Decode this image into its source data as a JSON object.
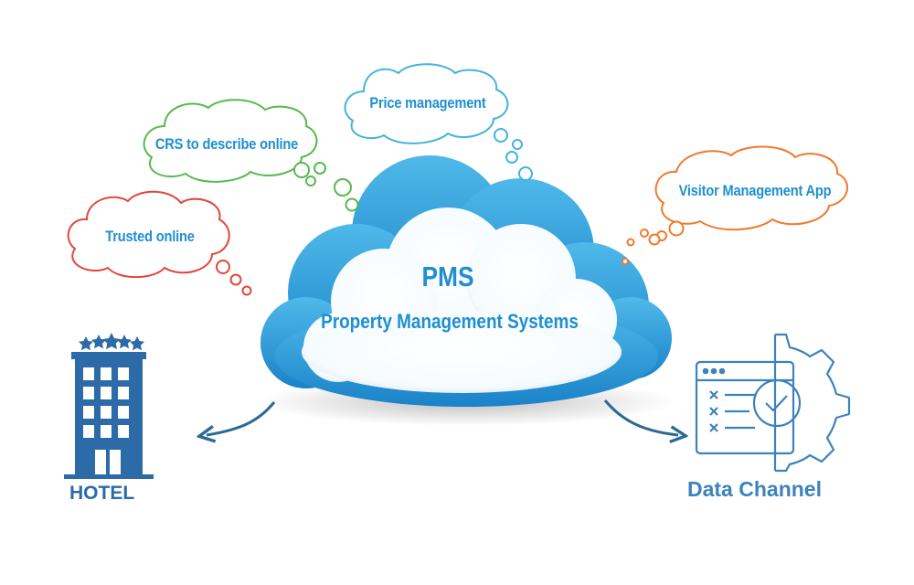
{
  "cloud": {
    "title": "PMS",
    "subtitle": "Property Management Systems",
    "color": "#1f8fd0"
  },
  "bubbles": [
    {
      "id": "trusted",
      "text": "Trusted online",
      "color": "#e0473c"
    },
    {
      "id": "crs",
      "text": "CRS to describe online",
      "color": "#58b84e"
    },
    {
      "id": "price",
      "text": "Price management",
      "color": "#45b3dd"
    },
    {
      "id": "visitor",
      "text": "Visitor Management App",
      "color": "#ef7a2d"
    }
  ],
  "hotel": {
    "label": "HOTEL",
    "icon": "hotel-building-icon",
    "color": "#2c6aa8"
  },
  "data_channel": {
    "label": "Data Channel",
    "icon": "data-channel-gear-icon",
    "color": "#3c82bd"
  }
}
